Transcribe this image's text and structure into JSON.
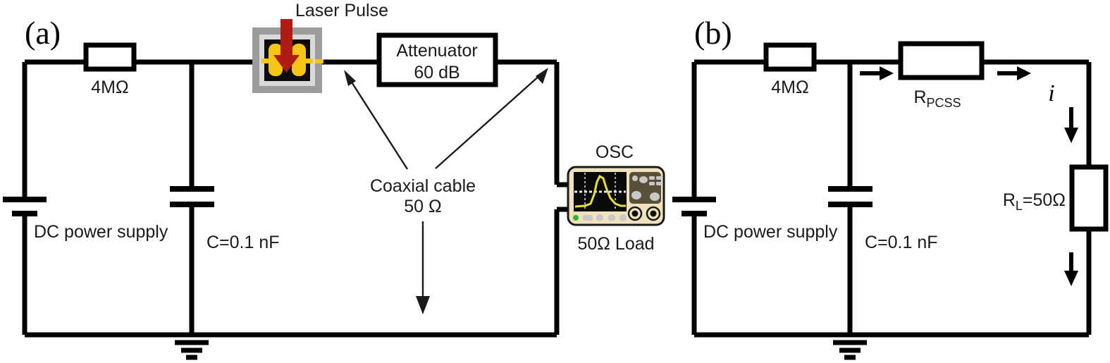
{
  "figure": {
    "panel_a_label": "(a)",
    "panel_b_label": "(b)"
  },
  "panel_a": {
    "resistor_label": "4MΩ",
    "laser_label": "Laser Pulse",
    "attenuator_line1": "Attenuator",
    "attenuator_line2": "60 dB",
    "coax_line1": "Coaxial cable",
    "coax_line2": "50 Ω",
    "osc_label": "OSC",
    "load_label": "50Ω Load",
    "supply_label": "DC power supply",
    "capacitor_label": "C=0.1 nF",
    "pcss_icon": "photoconductive-semiconductor-switch-icon",
    "laser_arrow_icon": "laser-pulse-arrow-icon",
    "ground_icon": "ground-icon",
    "oscilloscope_icon": "oscilloscope-icon"
  },
  "panel_b": {
    "resistor_label": "4MΩ",
    "rpcss_base": "R",
    "rpcss_sub": "PCSS",
    "current_symbol": "i",
    "load_base": "R",
    "load_sub": "L",
    "load_rest": "=50Ω",
    "supply_label": "DC power supply",
    "capacitor_label": "C=0.1 nF",
    "ground_icon": "ground-icon",
    "current_arrow_icon": "current-direction-arrow-icon"
  },
  "colors": {
    "wire": "#000000",
    "background": "#ffffff",
    "laser_red": "#b01b16",
    "electrode_yellow": "#f5c518",
    "pcss_frame_gray": "#9b9b9b",
    "pcss_inner_gray": "#d9d9d9",
    "pcss_body_black": "#0d0d0d",
    "osc_body_cream": "#efe2bd",
    "osc_screen_black": "#0a0a0a",
    "osc_trace_yellow": "#e8e03a",
    "osc_panel_brown": "#5a4f3a",
    "osc_button_gray": "#c8c8c8",
    "osc_led_green": "#2db82d"
  }
}
